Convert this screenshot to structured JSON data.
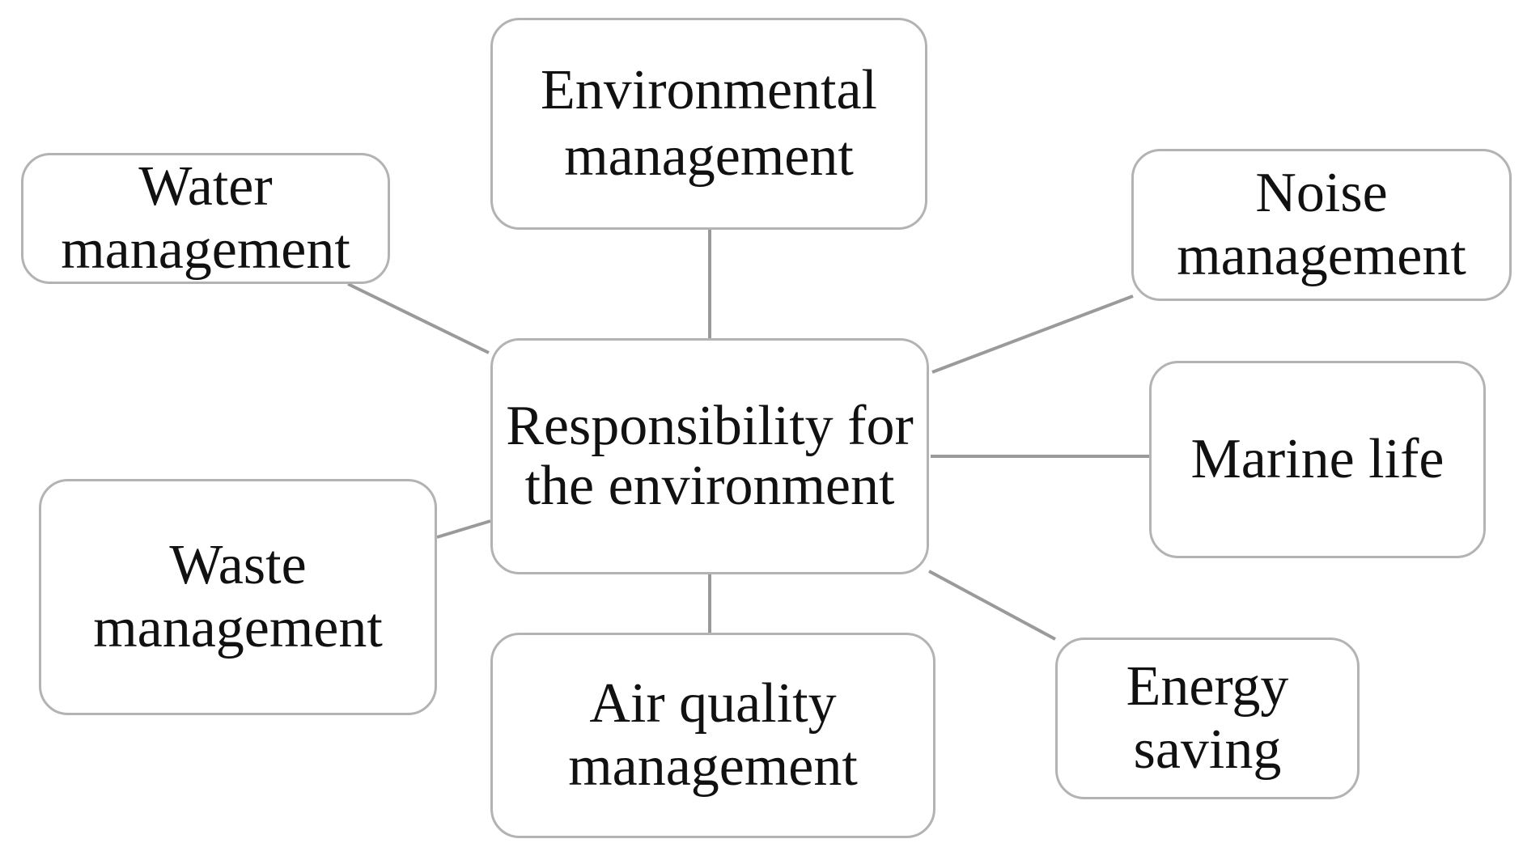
{
  "diagram": {
    "center": "Responsibility for the environment",
    "nodes": {
      "environmental": "Environmental management",
      "water": "Water management",
      "noise": "Noise management",
      "marine": "Marine life",
      "waste": "Waste management",
      "air": "Air quality management",
      "energy": "Energy saving"
    },
    "colors": {
      "border": "#b3b3b3",
      "connector": "#9a9a9a",
      "text": "#111111"
    }
  }
}
